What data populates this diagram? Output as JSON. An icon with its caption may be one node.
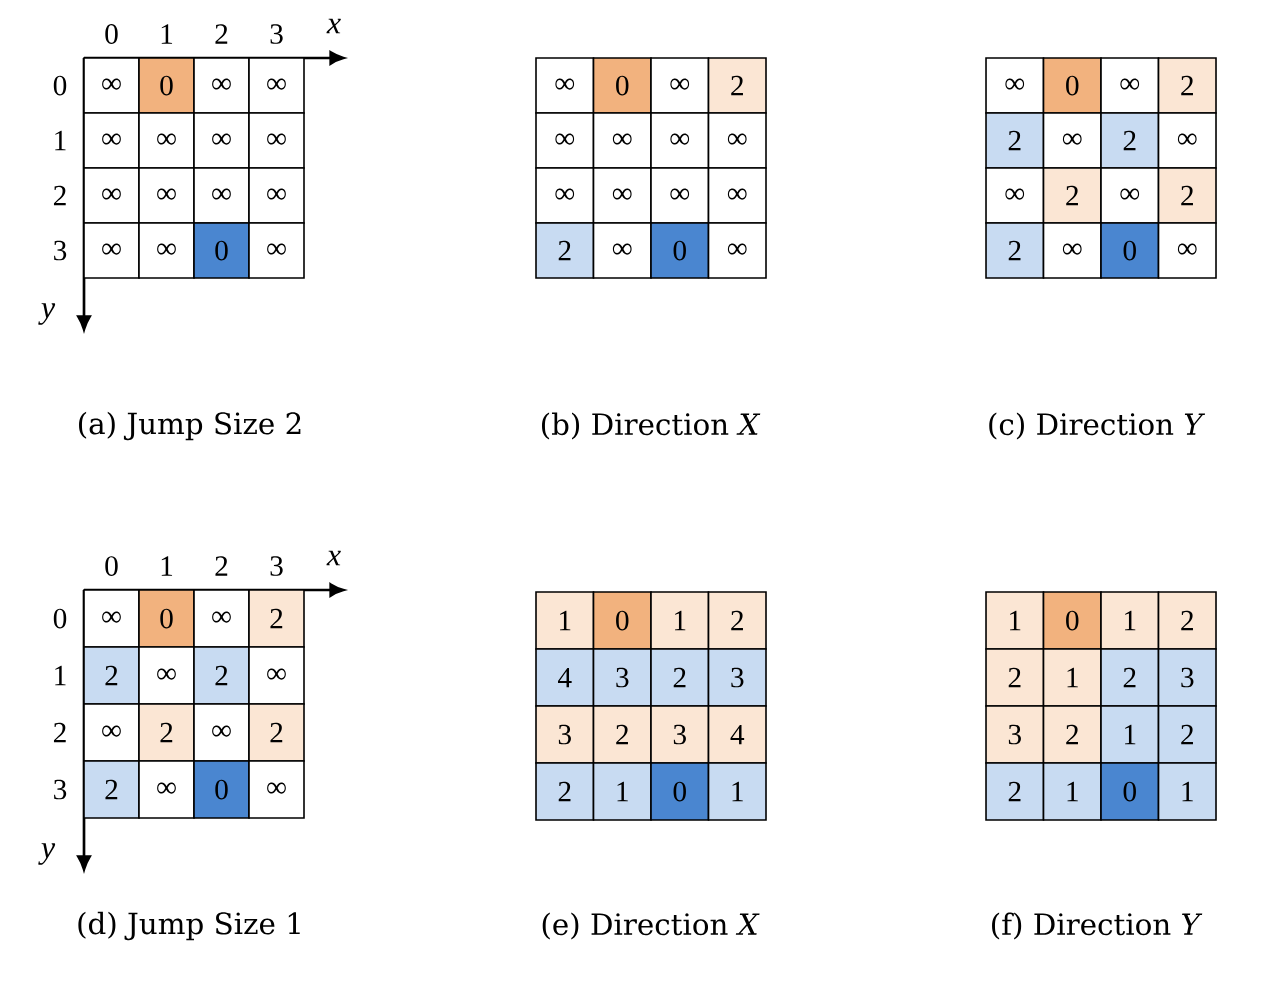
{
  "diagram": {
    "labels": [
      "0",
      "1",
      "2",
      "3",
      "x",
      "0",
      "∞",
      "0",
      "∞",
      "∞",
      "1",
      "∞",
      "∞",
      "∞",
      "∞",
      "2",
      "∞",
      "∞",
      "∞",
      "∞",
      "3",
      "∞",
      "∞",
      "0",
      "∞",
      "y",
      "(a) Jump Size 2",
      "∞",
      "0",
      "∞",
      "2",
      "∞",
      "∞",
      "∞",
      "∞",
      "∞",
      "∞",
      "∞",
      "∞",
      "2",
      "∞",
      "0",
      "∞",
      "(b) Direction *X*",
      "∞",
      "0",
      "∞",
      "2",
      "2",
      "∞",
      "2",
      "∞",
      "∞",
      "2",
      "∞",
      "2",
      "2",
      "∞",
      "0",
      "∞",
      "(c) Direction *Y*",
      "0",
      "1",
      "2",
      "3",
      "x",
      "0",
      "∞",
      "0",
      "∞",
      "2",
      "1",
      "2",
      "∞",
      "2",
      "∞",
      "2",
      "∞",
      "2",
      "∞",
      "2",
      "3",
      "2",
      "∞",
      "0",
      "∞",
      "y",
      "(d) Jump Size 1",
      "1",
      "0",
      "1",
      "2",
      "4",
      "3",
      "2",
      "3",
      "3",
      "2",
      "3",
      "4",
      "2",
      "1",
      "0",
      "1",
      "(e) Direction *X*",
      "1",
      "0",
      "1",
      "2",
      "2",
      "1",
      "2",
      "3",
      "3",
      "2",
      "1",
      "2",
      "2",
      "1",
      "0",
      "1",
      "(f) Direction *Y*"
    ]
  }
}
